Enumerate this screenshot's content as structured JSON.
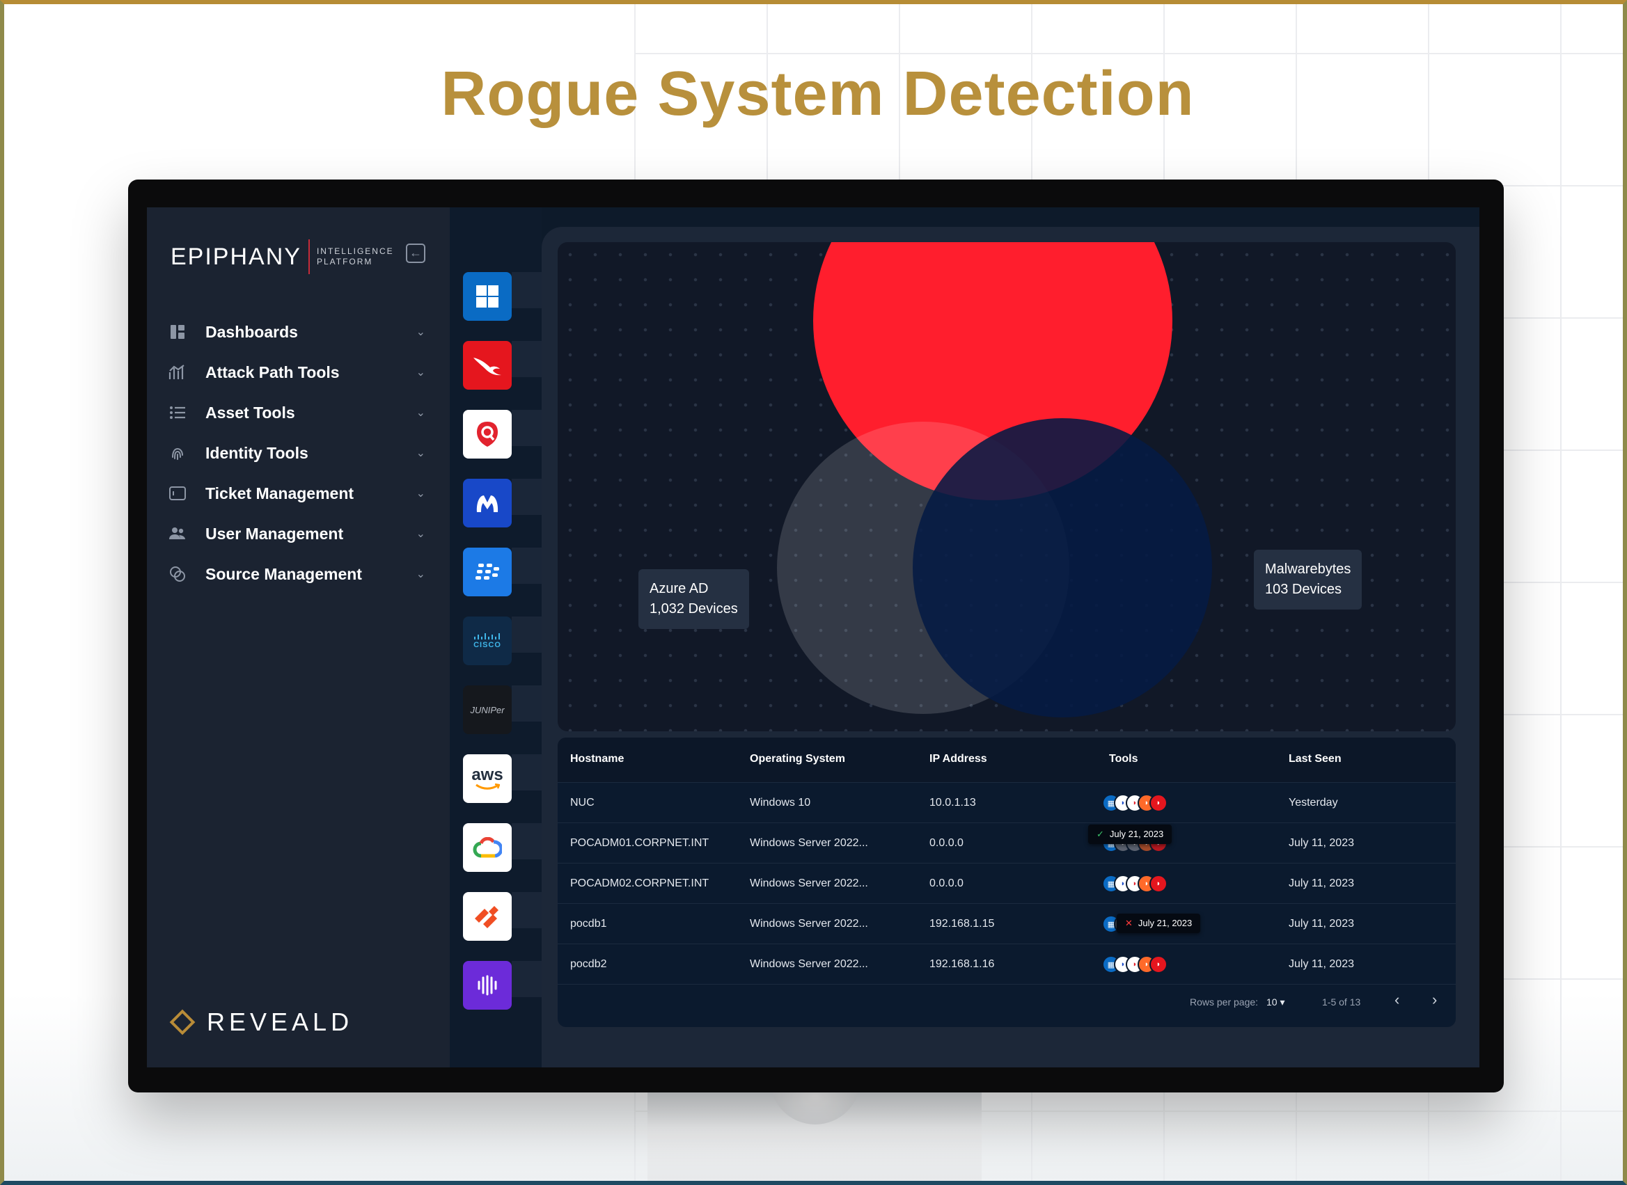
{
  "headline": "Rogue System Detection",
  "app": {
    "logo_main": "EPIPHANY",
    "logo_sub1": "INTELLIGENCE",
    "logo_sub2": "PLATFORM",
    "brand_footer": "REVEALD"
  },
  "colors": {
    "accent_gold": "#b8903c",
    "red_circle": "#ff1e2d",
    "navy_circle": "#041a44",
    "sidebar_bg": "#1b2331"
  },
  "nav": [
    {
      "label": "Dashboards",
      "icon": "dashboard-icon"
    },
    {
      "label": "Attack Path Tools",
      "icon": "attack-path-icon"
    },
    {
      "label": "Asset Tools",
      "icon": "list-icon"
    },
    {
      "label": "Identity Tools",
      "icon": "fingerprint-icon"
    },
    {
      "label": "Ticket Management",
      "icon": "ticket-icon"
    },
    {
      "label": "User Management",
      "icon": "users-icon"
    },
    {
      "label": "Source Management",
      "icon": "source-icon"
    }
  ],
  "integrations": [
    {
      "icon": "windows-icon",
      "text": ""
    },
    {
      "icon": "crowdstrike-icon",
      "text": ""
    },
    {
      "icon": "qualys-icon",
      "text": ""
    },
    {
      "icon": "malwarebytes-icon",
      "text": ""
    },
    {
      "icon": "blackberry-icon",
      "text": ""
    },
    {
      "icon": "cisco-icon",
      "text": "CISCO"
    },
    {
      "icon": "juniper-icon",
      "text": "JUNIPer"
    },
    {
      "icon": "aws-icon",
      "text": "aws"
    },
    {
      "icon": "google-cloud-icon",
      "text": ""
    },
    {
      "icon": "palo-alto-icon",
      "text": ""
    },
    {
      "icon": "purple-sensor-icon",
      "text": ""
    }
  ],
  "venn": {
    "left_label": "Azure AD",
    "left_count": "1,032 Devices",
    "right_label": "Malwarebytes",
    "right_count": "103 Devices"
  },
  "table": {
    "headers": [
      "Hostname",
      "Operating System",
      "IP Address",
      "Tools",
      "Last Seen"
    ],
    "rows": [
      {
        "host": "NUC",
        "os": "Windows 10",
        "ip": "10.0.1.13",
        "seen": "Yesterday"
      },
      {
        "host": "POCADM01.CORPNET.INT",
        "os": "Windows Server 2022...",
        "ip": "0.0.0.0",
        "seen": "July 11, 2023"
      },
      {
        "host": "POCADM02.CORPNET.INT",
        "os": "Windows Server 2022...",
        "ip": "0.0.0.0",
        "seen": "July 11, 2023"
      },
      {
        "host": "pocdb1",
        "os": "Windows Server 2022...",
        "ip": "192.168.1.15",
        "seen": "July 11, 2023"
      },
      {
        "host": "pocdb2",
        "os": "Windows Server 2022...",
        "ip": "192.168.1.16",
        "seen": "July 11, 2023"
      }
    ],
    "tooltip_ok": "July 21, 2023",
    "tooltip_fail": "July 21, 2023",
    "rows_per_page_label": "Rows per page:",
    "rows_per_page_value": "10",
    "range": "1-5 of 13"
  }
}
